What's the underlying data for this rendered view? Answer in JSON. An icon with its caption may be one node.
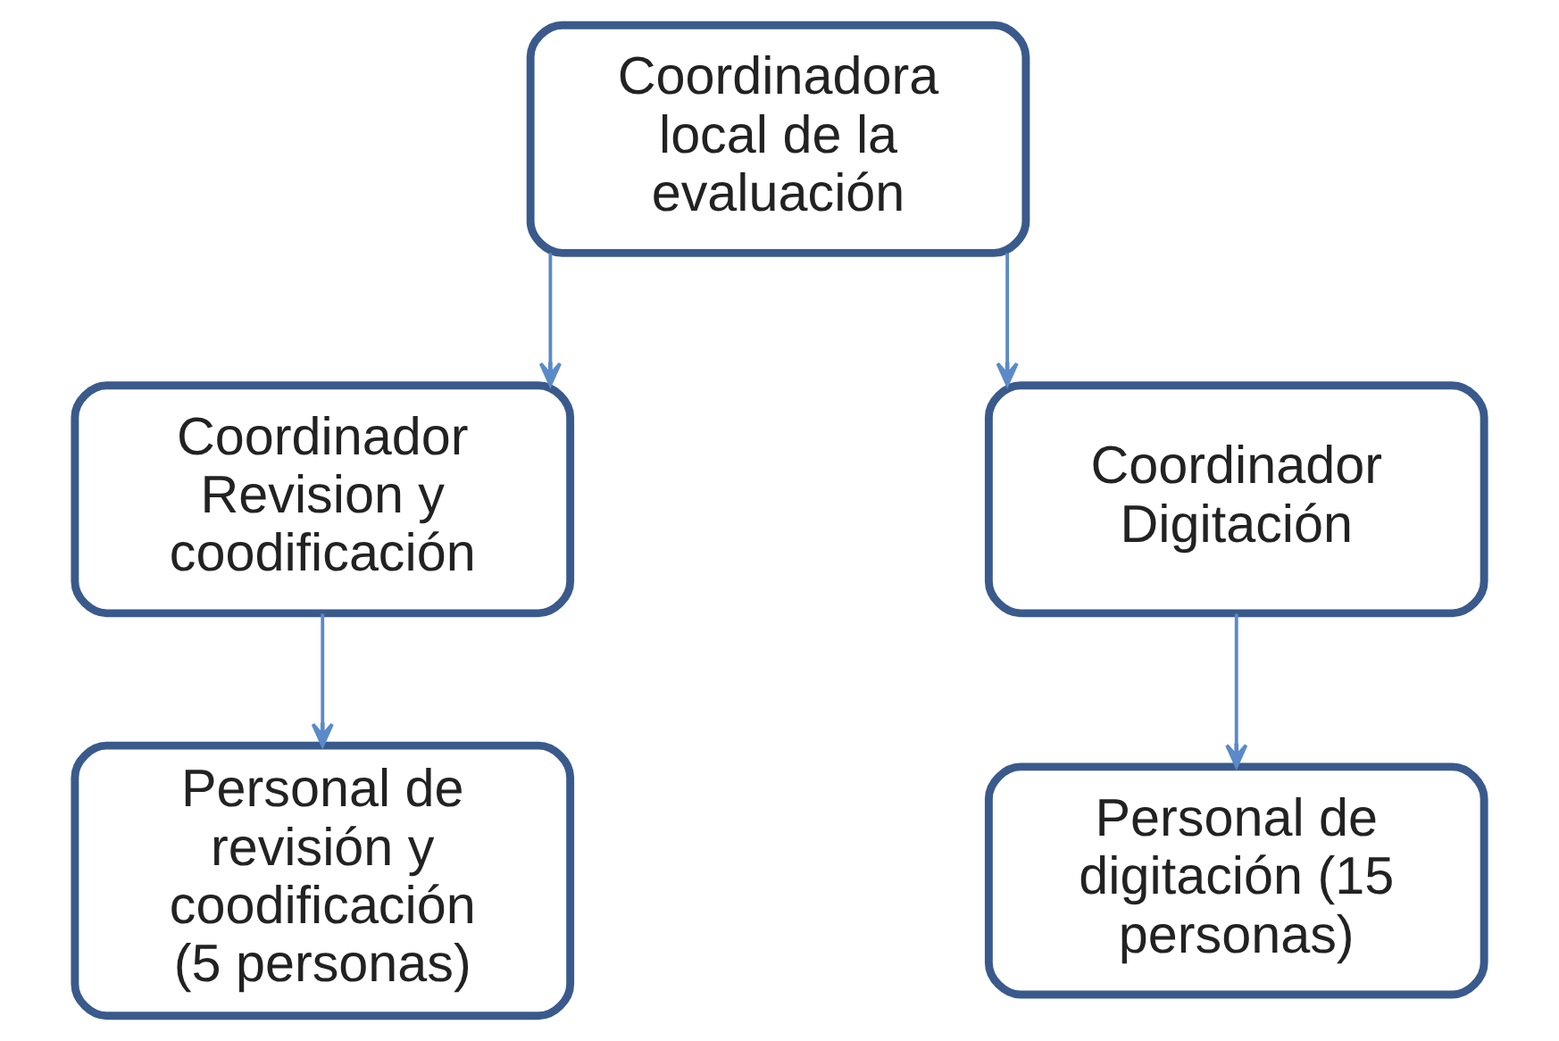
{
  "diagram": {
    "nodes": [
      {
        "text": [
          "Coordinadora local de la evaluación"
        ]
      },
      {
        "text": [
          "Coordinador Revision y coodificación"
        ]
      },
      {
        "text": [
          "Coordinador Digitación"
        ]
      },
      {
        "text": [
          "Personal de revisión y coodificación (5 personas)"
        ]
      },
      {
        "text": [
          "Personal de digitación (15 personas)"
        ]
      }
    ],
    "edges": [
      {
        "from": 0,
        "to": 1,
        "arrow": "to"
      },
      {
        "from": 0,
        "to": 2,
        "arrow": "to"
      },
      {
        "from": 1,
        "to": 3,
        "arrow": "to"
      },
      {
        "from": 2,
        "to": 4,
        "arrow": "to"
      }
    ]
  }
}
